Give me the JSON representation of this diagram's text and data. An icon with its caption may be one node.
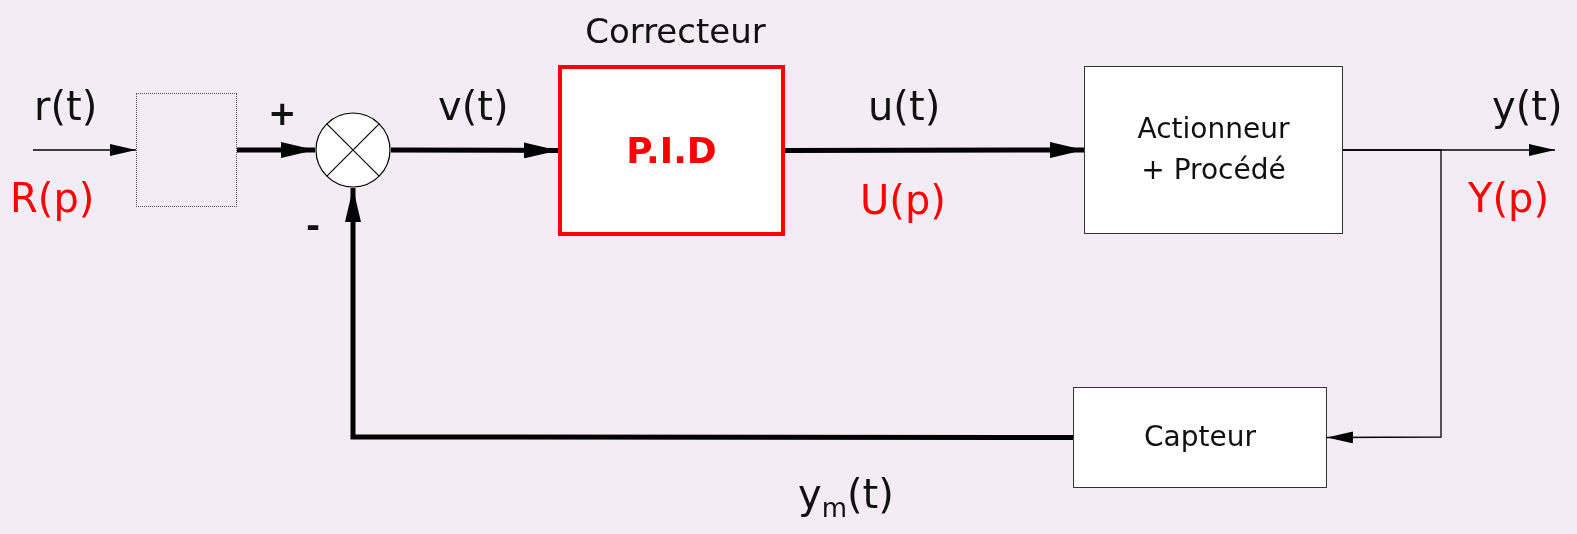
{
  "diagram": {
    "nodes": [
      {
        "text": [
          "r(t)",
          "R(p)"
        ]
      },
      {
        "text": [],
        "shape": "box"
      },
      {
        "text": [],
        "shape": "circle"
      },
      {
        "text": [
          "Correcteur",
          "P.I.D"
        ]
      },
      {
        "text": [
          "Actionneur + Procédé"
        ]
      },
      {
        "text": [
          "Capteur"
        ]
      },
      {
        "text": [
          "y(t)",
          "Y(p)"
        ]
      }
    ],
    "edges": [
      {
        "from": 0,
        "to": 1,
        "arrow": "to"
      },
      {
        "from": 1,
        "to": 2,
        "arrow": "to"
      },
      {
        "from": 2,
        "to": 3,
        "arrow": "to"
      },
      {
        "from": 3,
        "to": 4,
        "arrow": "to"
      },
      {
        "from": 4,
        "to": 6,
        "arrow": "to"
      },
      {
        "from": 4,
        "to": 5,
        "arrow": "to"
      },
      {
        "from": 5,
        "to": 2,
        "arrow": "to"
      }
    ],
    "labels": [
      "+",
      "-",
      "v(t)",
      "u(t)",
      "U(p)",
      "y$_{m}$(t)"
    ]
  }
}
